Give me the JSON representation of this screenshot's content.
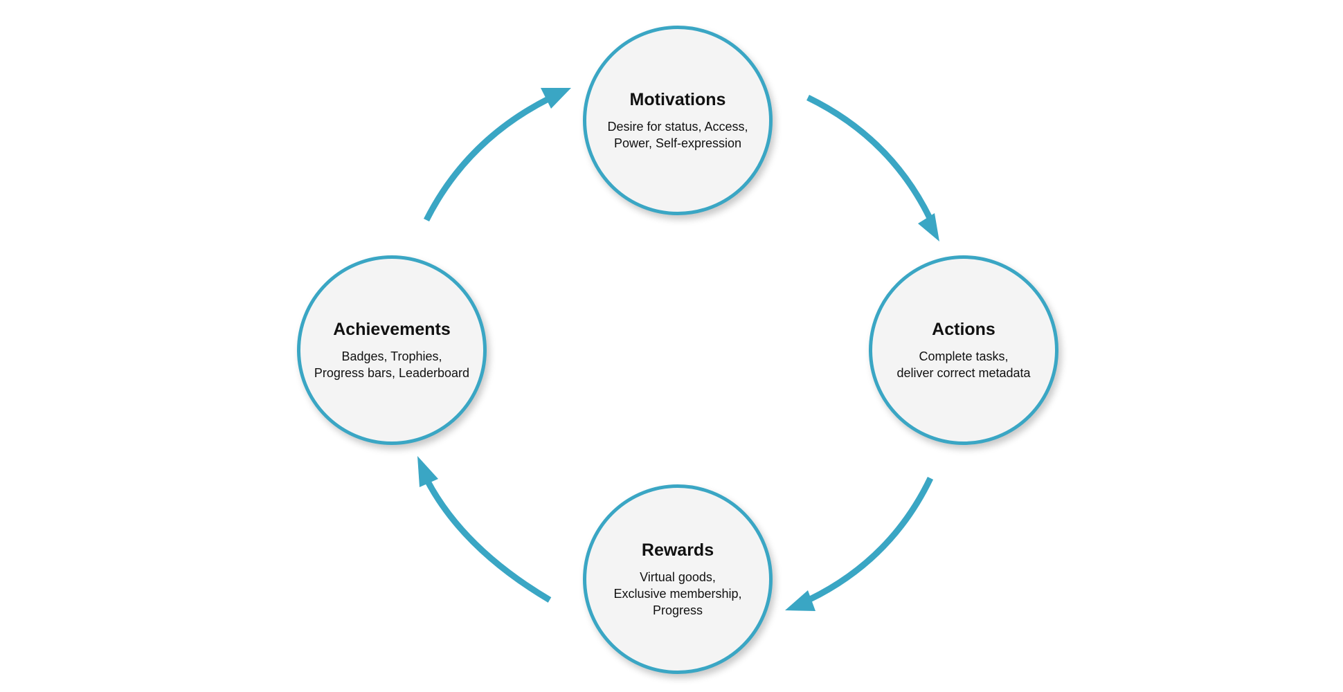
{
  "diagram": {
    "accent_color": "#3aa6c4",
    "node_fill": "#f4f4f4",
    "nodes": {
      "motivations": {
        "title": "Motivations",
        "lines": [
          "Desire for status, Access,",
          "Power, Self-expression"
        ]
      },
      "actions": {
        "title": "Actions",
        "lines": [
          "Complete tasks,",
          "deliver correct metadata"
        ]
      },
      "rewards": {
        "title": "Rewards",
        "lines": [
          "Virtual goods,",
          "Exclusive membership,",
          "Progress"
        ]
      },
      "achievements": {
        "title": "Achievements",
        "lines": [
          "Badges, Trophies,",
          "Progress bars, Leaderboard"
        ]
      }
    },
    "edges": [
      {
        "from": "Motivations",
        "to": "Actions"
      },
      {
        "from": "Actions",
        "to": "Rewards"
      },
      {
        "from": "Rewards",
        "to": "Achievements"
      },
      {
        "from": "Achievements",
        "to": "Motivations"
      }
    ]
  }
}
